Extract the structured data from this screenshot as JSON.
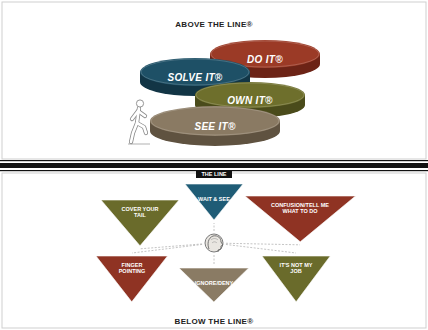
{
  "diagram": {
    "title": "ABOVE THE LINE®",
    "nodes": [
      {
        "text": [
          "DO IT®"
        ]
      },
      {
        "text": [
          "SOLVE IT®"
        ]
      },
      {
        "text": [
          "OWN IT®"
        ]
      },
      {
        "text": [
          "SEE IT®"
        ]
      },
      {
        "text": [
          "WAIT & SEE"
        ]
      },
      {
        "text": [
          "COVER YOUR TAIL"
        ]
      },
      {
        "text": [
          "CONFUSION/TELL ME WHAT TO DO"
        ]
      },
      {
        "text": [
          "FINGER POINTING"
        ]
      },
      {
        "text": [
          "IT'S NOT MY JOB"
        ]
      },
      {
        "text": [
          "IGNORE/DENY"
        ]
      }
    ],
    "labels": [
      "THE LINE",
      "BELOW THE LINE®"
    ]
  }
}
